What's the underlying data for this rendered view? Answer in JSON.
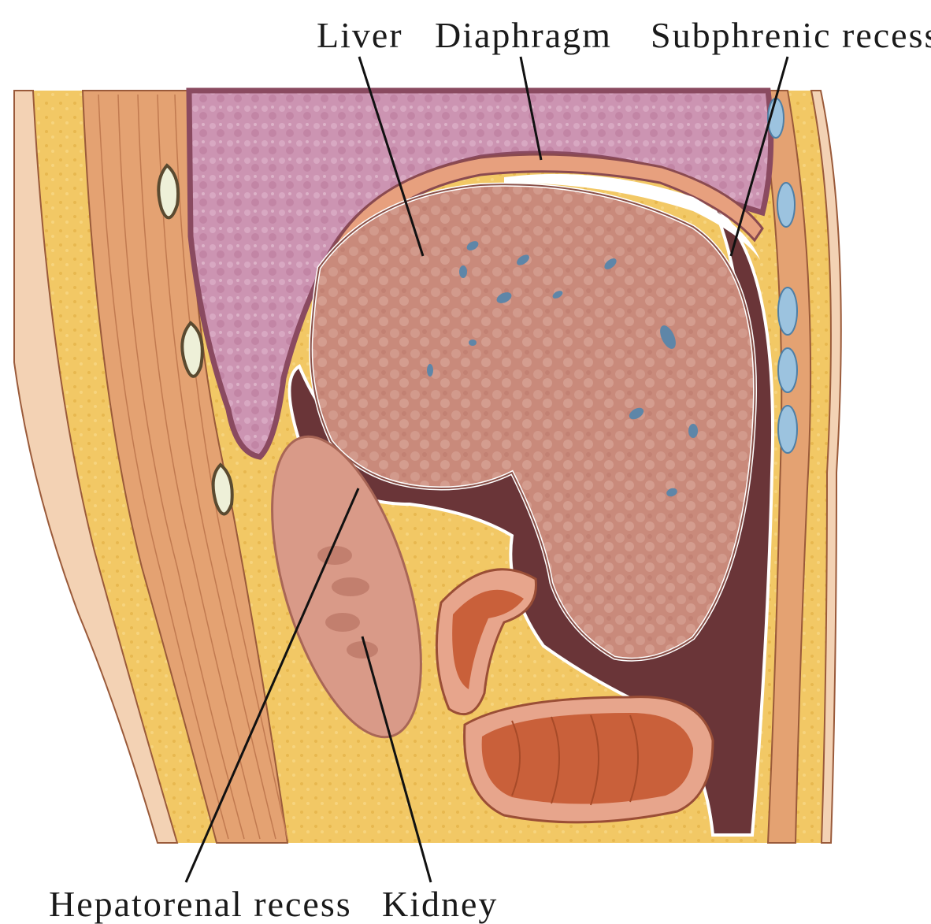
{
  "labels": {
    "liver": "Liver",
    "diaphragm": "Diaphragm",
    "subphrenic_recess": "Subphrenic recess",
    "hepatorenal_recess": "Hepatorenal recess",
    "kidney": "Kidney"
  },
  "colors": {
    "fat": "#f1c65e",
    "muscle": "#e0a070",
    "lung": "#c98fae",
    "liver": "#c9897b",
    "peritoneal_cavity": "#6e3a3e",
    "kidney": "#d99a88",
    "bowel": "#c9603a",
    "vessel": "#5e86a8"
  }
}
